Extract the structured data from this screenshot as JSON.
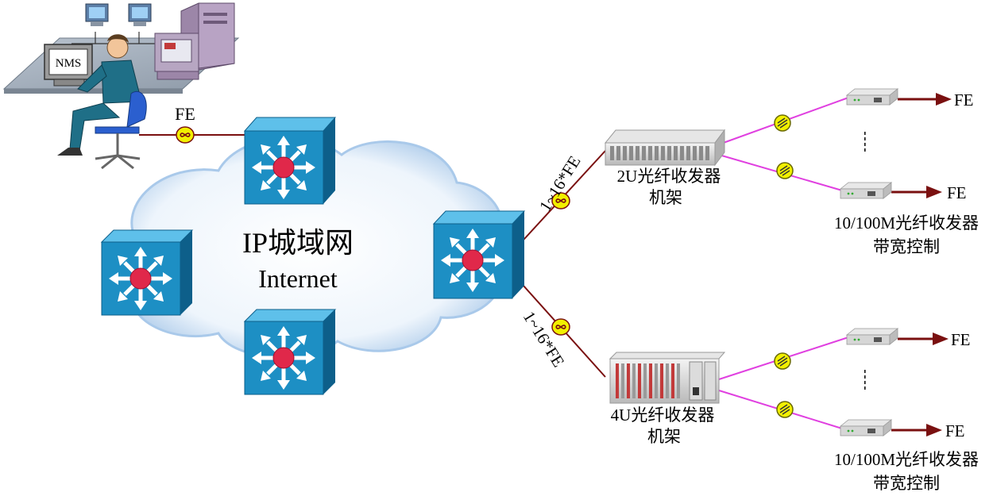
{
  "diagram": {
    "cloud_line1": "IP城域网",
    "cloud_line2": "Internet",
    "nms_screen_text": "NMS",
    "nms_link_label": "FE",
    "uplink_label_top": "1~16*FE",
    "uplink_label_bottom": "1~16*FE",
    "rack_2u_line1": "2U光纤收发器",
    "rack_2u_line2": "机架",
    "rack_4u_line1": "4U光纤收发器",
    "rack_4u_line2": "机架",
    "endpoint_fe": [
      "FE",
      "FE",
      "FE",
      "FE"
    ],
    "transceiver_top_line1": "10/100M光纤收发器",
    "transceiver_top_line2": "带宽控制",
    "transceiver_bottom_line1": "10/100M光纤收发器",
    "transceiver_bottom_line2": "带宽控制"
  },
  "colors": {
    "switch_face": "#1d8fc4",
    "switch_top": "#5ec0ea",
    "switch_side": "#0d5f8a",
    "switch_hub": "#e0284a",
    "copper_link": "#7a1010",
    "fiber_link": "#e040e0",
    "fiber_badge": "#f2f000",
    "cloud": "#a9c9ea"
  }
}
